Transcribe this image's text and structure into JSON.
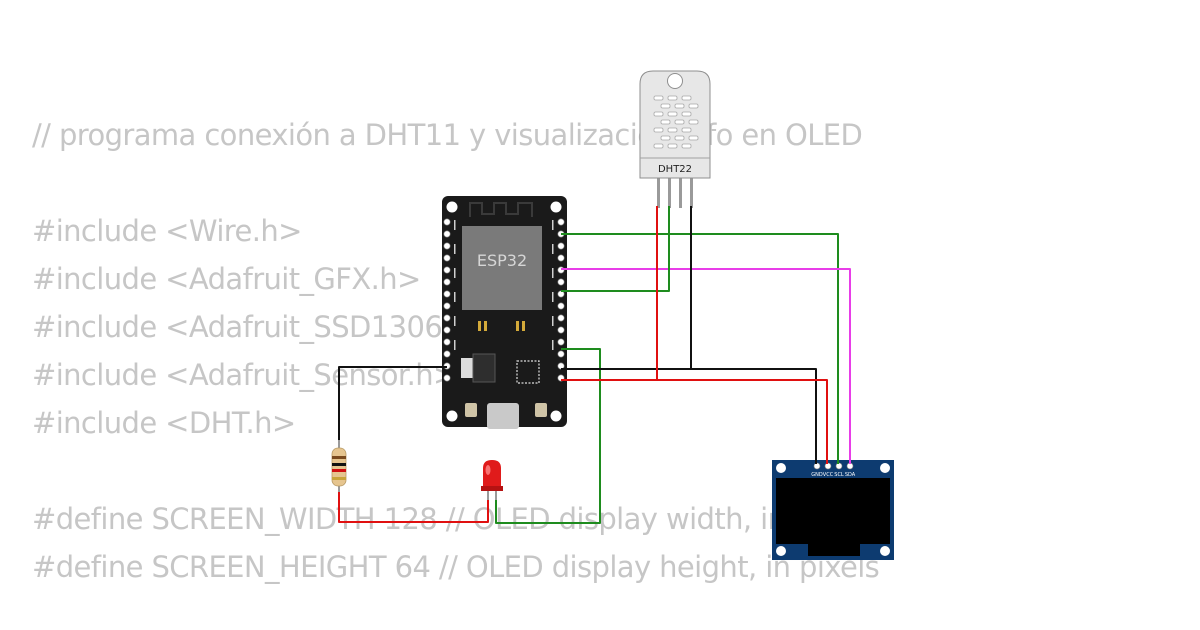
{
  "code": {
    "lines": [
      "// programa conexión a DHT11 y visualización info en OLED",
      "",
      "#include <Wire.h>",
      "#include <Adafruit_GFX.h>",
      "#include <Adafruit_SSD1306.h>",
      "#include <Adafruit_Sensor.h>",
      "#include <DHT.h>",
      "",
      "#define SCREEN_WIDTH 128 // OLED display width, in pixels",
      "#define SCREEN_HEIGHT 64 // OLED display height, in pixels"
    ]
  },
  "components": {
    "esp32": {
      "label": "ESP32"
    },
    "dht": {
      "label": "DHT22"
    },
    "oled": {
      "pins": [
        "GND",
        "VCC",
        "SCL",
        "SDA"
      ]
    },
    "led": {
      "color": "#e01b1b"
    },
    "resistor": {
      "body_color": "#e6c58f"
    }
  },
  "wire_colors": {
    "green": "#1e8c1e",
    "red": "#e01010",
    "black": "#111111",
    "magenta": "#e83de8"
  }
}
